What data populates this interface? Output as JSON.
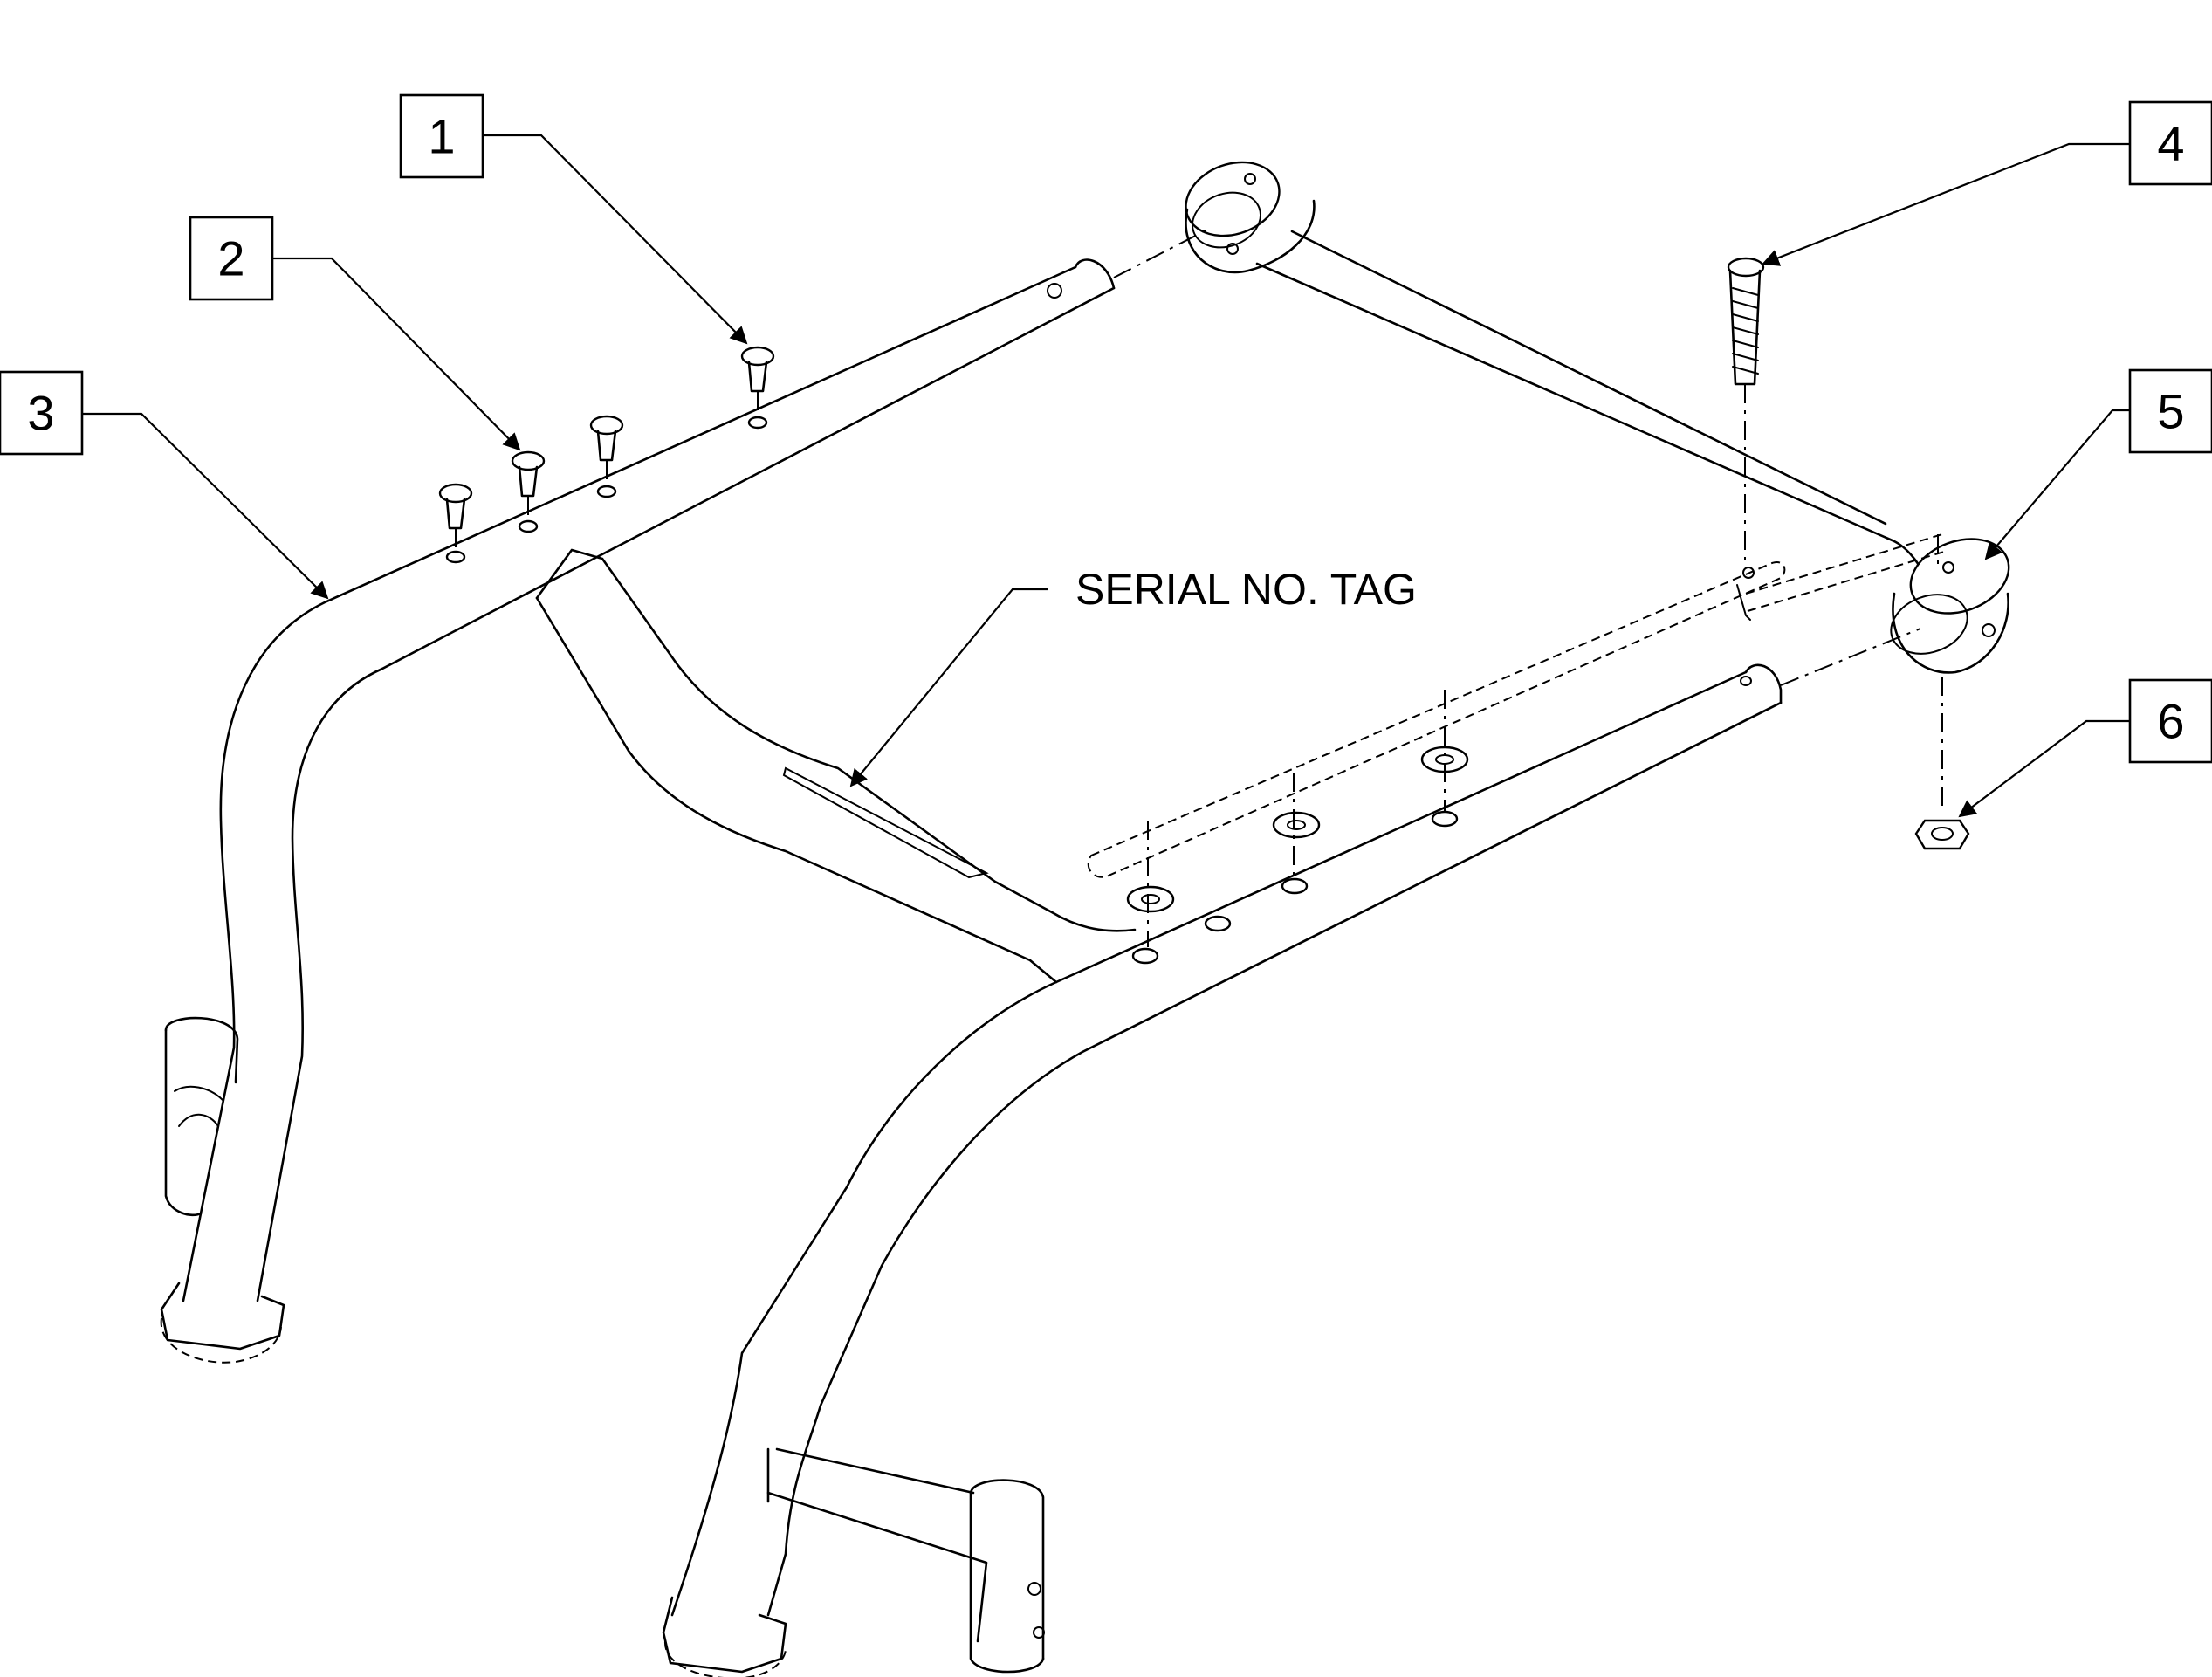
{
  "callouts": [
    {
      "id": "1",
      "label": "1"
    },
    {
      "id": "2",
      "label": "2"
    },
    {
      "id": "3",
      "label": "3"
    },
    {
      "id": "4",
      "label": "4"
    },
    {
      "id": "5",
      "label": "5"
    },
    {
      "id": "6",
      "label": "6"
    }
  ],
  "annotations": {
    "serial_tag": "SERIAL NO. TAG"
  },
  "colors": {
    "line": "#000000",
    "background": "#ffffff"
  }
}
